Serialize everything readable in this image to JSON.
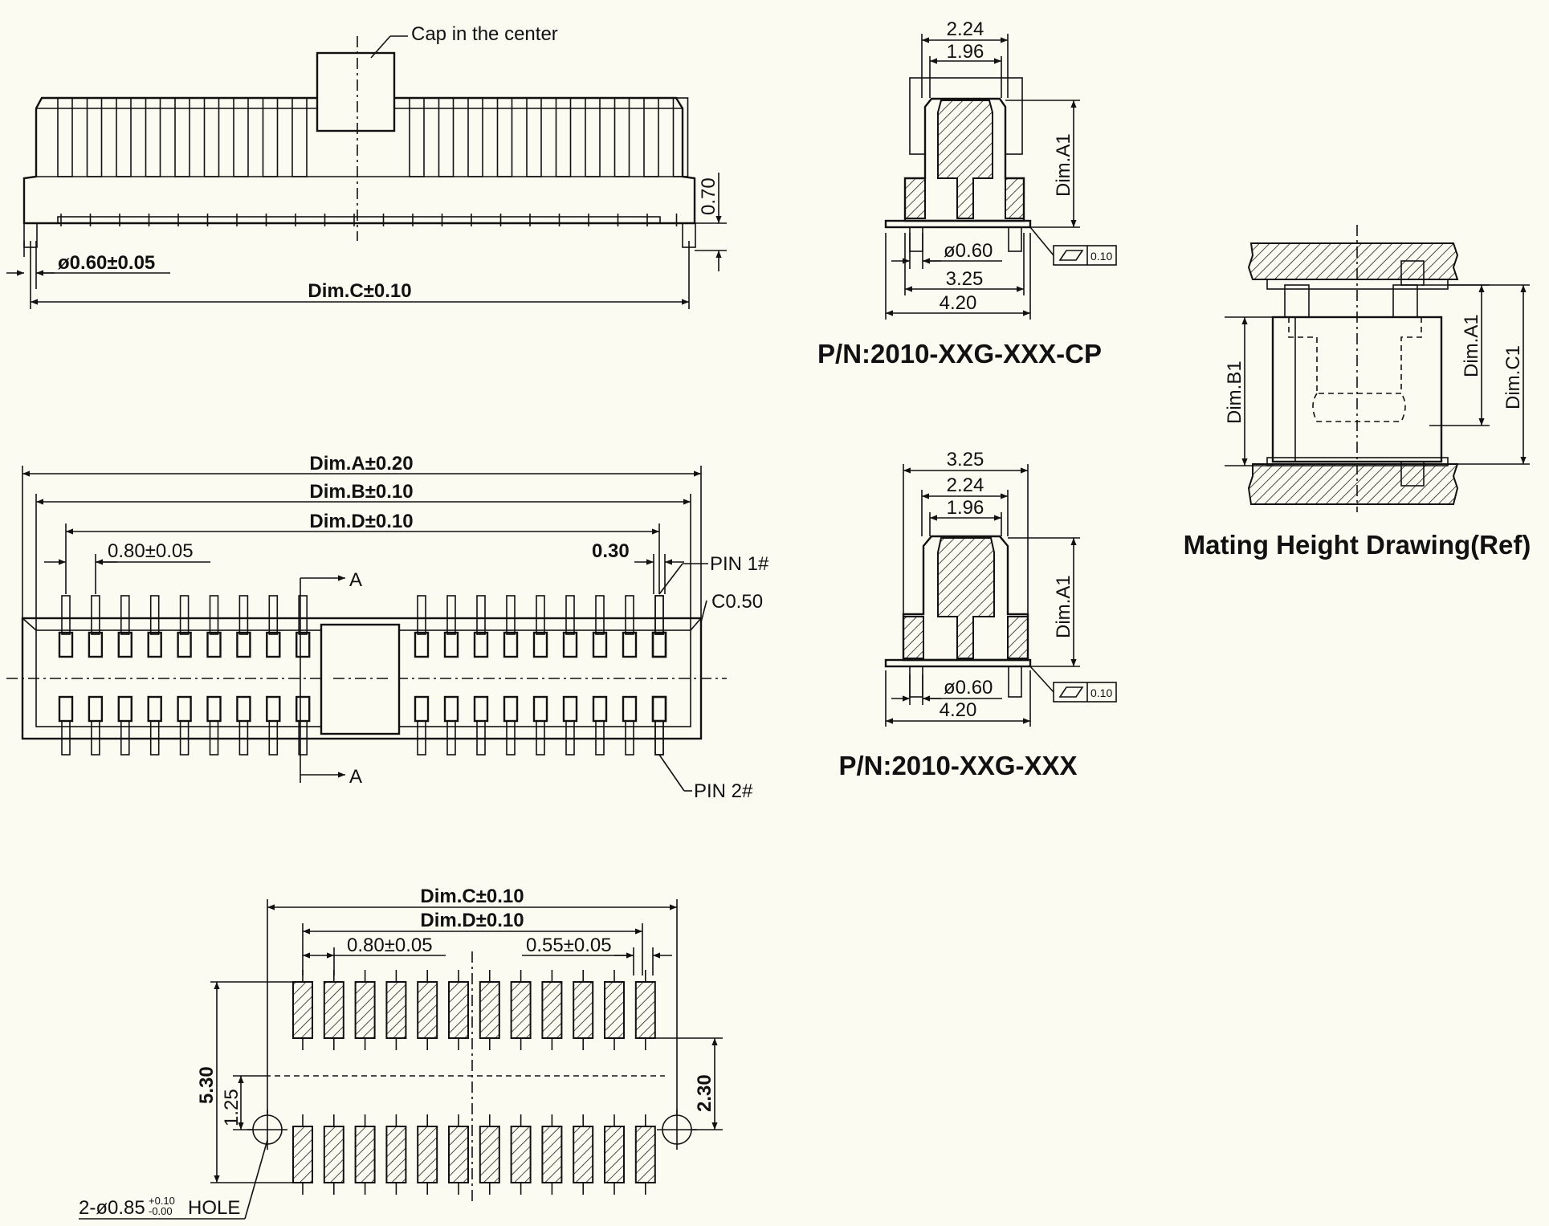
{
  "colors": {
    "background": "#fbfbf1",
    "ink": "#111111"
  },
  "side_view": {
    "cap_note": "Cap in the center",
    "pin_diameter": "0.60±0.05",
    "standoff": "0.70",
    "length": "Dim.C±0.10"
  },
  "top_view": {
    "dim_a": "Dim.A±0.20",
    "dim_b": "Dim.B±0.10",
    "dim_d": "Dim.D±0.10",
    "pitch": "0.80±0.05",
    "pin_width": "0.30",
    "pin1": "PIN 1#",
    "pin2": "PIN 2#",
    "chamfer": "C0.50",
    "section_top": "A",
    "section_bottom": "A"
  },
  "section_cp": {
    "w1": "2.24",
    "w2": "1.96",
    "height": "Dim.A1",
    "post": "0.60",
    "w3": "3.25",
    "w4": "4.20",
    "flatness": "0.10",
    "part_number": "P/N:2010-XXG-XXX-CP"
  },
  "section_std": {
    "w0": "3.25",
    "w1": "2.24",
    "w2": "1.96",
    "height": "Dim.A1",
    "post": "0.60",
    "w4": "4.20",
    "flatness": "0.10",
    "part_number": "P/N:2010-XXG-XXX"
  },
  "mating": {
    "dim_a1": "Dim.A1",
    "dim_b1": "Dim.B1",
    "dim_c1": "Dim.C1",
    "title": "Mating Height Drawing(Ref)"
  },
  "footprint": {
    "dim_c": "Dim.C±0.10",
    "dim_d": "Dim.D±0.10",
    "pitch": "0.80±0.05",
    "pad_width": "0.55±0.05",
    "height_total": "5.30",
    "offset": "1.25",
    "row_gap": "2.30",
    "hole_prefix": "2-",
    "hole_dia": "0.85",
    "hole_tol_plus": "+0.10",
    "hole_tol_minus": "-0.00",
    "hole_suffix": "HOLE"
  }
}
